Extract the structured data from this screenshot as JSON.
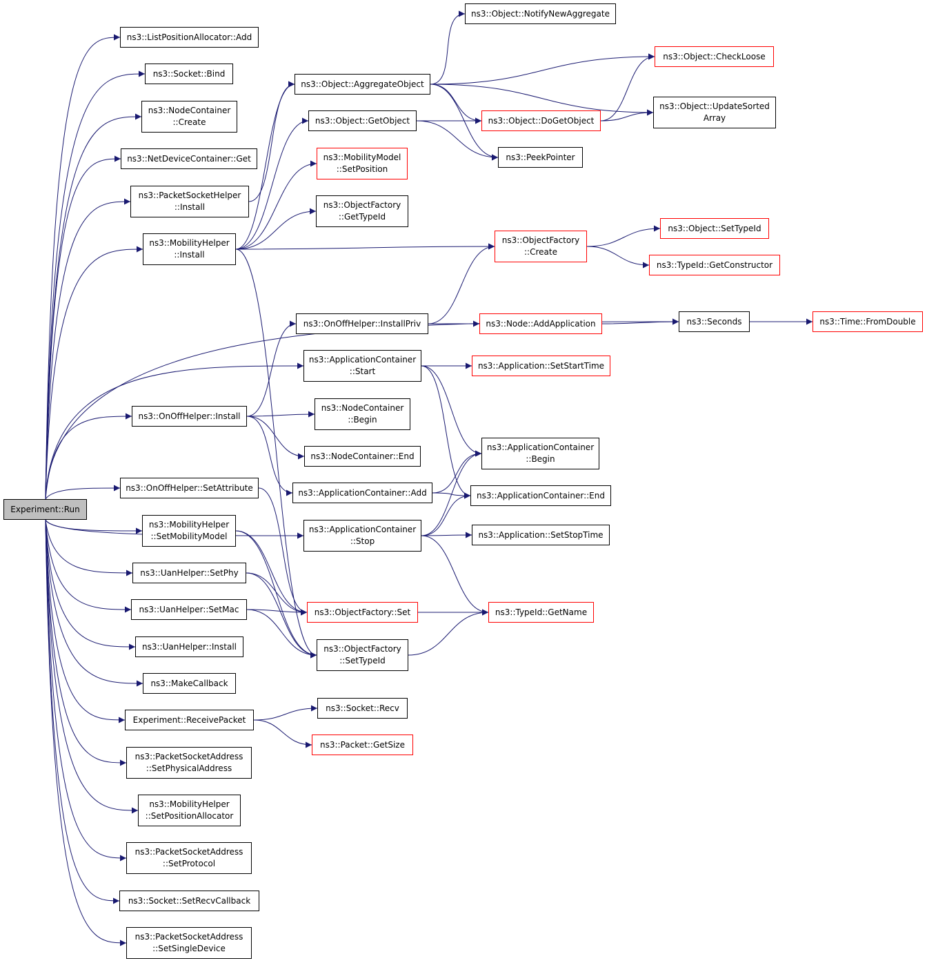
{
  "colors": {
    "edge": "#191970",
    "node_border": "#000000",
    "truncated_border": "#ff0000",
    "root_fill": "#bfbfbf"
  },
  "nodes": {
    "experiment_run": {
      "lines": [
        "Experiment::Run"
      ],
      "style": "root"
    },
    "list_alloc_add": {
      "lines": [
        "ns3::ListPositionAllocator::Add"
      ],
      "style": "normal"
    },
    "socket_bind": {
      "lines": [
        "ns3::Socket::Bind"
      ],
      "style": "normal"
    },
    "nodecontainer_create": {
      "lines": [
        "ns3::NodeContainer",
        "::Create"
      ],
      "style": "normal"
    },
    "netdevcontainer_get": {
      "lines": [
        "ns3::NetDeviceContainer::Get"
      ],
      "style": "normal"
    },
    "packetsockethelper_install": {
      "lines": [
        "ns3::PacketSocketHelper",
        "::Install"
      ],
      "style": "normal"
    },
    "mobilityhelper_install": {
      "lines": [
        "ns3::MobilityHelper",
        "::Install"
      ],
      "style": "normal"
    },
    "onoffhelper_install": {
      "lines": [
        "ns3::OnOffHelper::Install"
      ],
      "style": "normal"
    },
    "onoffhelper_setattribute": {
      "lines": [
        "ns3::OnOffHelper::SetAttribute"
      ],
      "style": "normal"
    },
    "mobilityhelper_setmobilitymodel": {
      "lines": [
        "ns3::MobilityHelper",
        "::SetMobilityModel"
      ],
      "style": "normal"
    },
    "uanhelper_setphy": {
      "lines": [
        "ns3::UanHelper::SetPhy"
      ],
      "style": "normal"
    },
    "uanhelper_setmac": {
      "lines": [
        "ns3::UanHelper::SetMac"
      ],
      "style": "normal"
    },
    "uanhelper_install": {
      "lines": [
        "ns3::UanHelper::Install"
      ],
      "style": "normal"
    },
    "makecallback": {
      "lines": [
        "ns3::MakeCallback"
      ],
      "style": "normal"
    },
    "experiment_receivepacket": {
      "lines": [
        "Experiment::ReceivePacket"
      ],
      "style": "normal"
    },
    "psa_setphysicaladdress": {
      "lines": [
        "ns3::PacketSocketAddress",
        "::SetPhysicalAddress"
      ],
      "style": "normal"
    },
    "mobilityhelper_setpositionallocator": {
      "lines": [
        "ns3::MobilityHelper",
        "::SetPositionAllocator"
      ],
      "style": "normal"
    },
    "psa_setprotocol": {
      "lines": [
        "ns3::PacketSocketAddress",
        "::SetProtocol"
      ],
      "style": "normal"
    },
    "socket_setrecvcallback": {
      "lines": [
        "ns3::Socket::SetRecvCallback"
      ],
      "style": "normal"
    },
    "psa_setsingledevice": {
      "lines": [
        "ns3::PacketSocketAddress",
        "::SetSingleDevice"
      ],
      "style": "normal"
    },
    "object_aggregateobject": {
      "lines": [
        "ns3::Object::AggregateObject"
      ],
      "style": "normal"
    },
    "object_getobject": {
      "lines": [
        "ns3::Object::GetObject"
      ],
      "style": "normal"
    },
    "mobilitymodel_setposition": {
      "lines": [
        "ns3::MobilityModel",
        "::SetPosition"
      ],
      "style": "truncated"
    },
    "objectfactory_gettypeid": {
      "lines": [
        "ns3::ObjectFactory",
        "::GetTypeId"
      ],
      "style": "normal"
    },
    "onoffhelper_installpriv": {
      "lines": [
        "ns3::OnOffHelper::InstallPriv"
      ],
      "style": "normal"
    },
    "appcontainer_start": {
      "lines": [
        "ns3::ApplicationContainer",
        "::Start"
      ],
      "style": "normal"
    },
    "nodecontainer_begin": {
      "lines": [
        "ns3::NodeContainer",
        "::Begin"
      ],
      "style": "normal"
    },
    "nodecontainer_end": {
      "lines": [
        "ns3::NodeContainer::End"
      ],
      "style": "normal"
    },
    "appcontainer_add": {
      "lines": [
        "ns3::ApplicationContainer::Add"
      ],
      "style": "normal"
    },
    "appcontainer_stop": {
      "lines": [
        "ns3::ApplicationContainer",
        "::Stop"
      ],
      "style": "normal"
    },
    "objectfactory_set": {
      "lines": [
        "ns3::ObjectFactory::Set"
      ],
      "style": "truncated"
    },
    "objectfactory_settypeid": {
      "lines": [
        "ns3::ObjectFactory",
        "::SetTypeId"
      ],
      "style": "normal"
    },
    "socket_recv": {
      "lines": [
        "ns3::Socket::Recv"
      ],
      "style": "normal"
    },
    "packet_getsize": {
      "lines": [
        "ns3::Packet::GetSize"
      ],
      "style": "truncated"
    },
    "object_notifynewaggregate": {
      "lines": [
        "ns3::Object::NotifyNewAggregate"
      ],
      "style": "normal"
    },
    "object_doGetobject": {
      "lines": [
        "ns3::Object::DoGetObject"
      ],
      "style": "truncated"
    },
    "peekpointer": {
      "lines": [
        "ns3::PeekPointer"
      ],
      "style": "normal"
    },
    "objectfactory_create": {
      "lines": [
        "ns3::ObjectFactory",
        "::Create"
      ],
      "style": "truncated"
    },
    "node_addapplication": {
      "lines": [
        "ns3::Node::AddApplication"
      ],
      "style": "truncated"
    },
    "application_setstarttime": {
      "lines": [
        "ns3::Application::SetStartTime"
      ],
      "style": "truncated"
    },
    "appcontainer_begin": {
      "lines": [
        "ns3::ApplicationContainer",
        "::Begin"
      ],
      "style": "normal"
    },
    "appcontainer_end": {
      "lines": [
        "ns3::ApplicationContainer::End"
      ],
      "style": "normal"
    },
    "application_setstoptime": {
      "lines": [
        "ns3::Application::SetStopTime"
      ],
      "style": "normal"
    },
    "typeid_getname": {
      "lines": [
        "ns3::TypeId::GetName"
      ],
      "style": "truncated"
    },
    "object_checkloose": {
      "lines": [
        "ns3::Object::CheckLoose"
      ],
      "style": "truncated"
    },
    "object_updatesortedarray": {
      "lines": [
        "ns3::Object::UpdateSorted",
        "Array"
      ],
      "style": "normal"
    },
    "object_settypeid": {
      "lines": [
        "ns3::Object::SetTypeId"
      ],
      "style": "truncated"
    },
    "typeid_getconstructor": {
      "lines": [
        "ns3::TypeId::GetConstructor"
      ],
      "style": "truncated"
    },
    "seconds": {
      "lines": [
        "ns3::Seconds"
      ],
      "style": "normal"
    },
    "time_fromdouble": {
      "lines": [
        "ns3::Time::FromDouble"
      ],
      "style": "truncated"
    }
  },
  "edges": [
    [
      "experiment_run",
      "list_alloc_add"
    ],
    [
      "experiment_run",
      "socket_bind"
    ],
    [
      "experiment_run",
      "nodecontainer_create"
    ],
    [
      "experiment_run",
      "netdevcontainer_get"
    ],
    [
      "experiment_run",
      "packetsockethelper_install"
    ],
    [
      "experiment_run",
      "mobilityhelper_install"
    ],
    [
      "experiment_run",
      "seconds"
    ],
    [
      "experiment_run",
      "appcontainer_start"
    ],
    [
      "experiment_run",
      "onoffhelper_install"
    ],
    [
      "experiment_run",
      "appcontainer_stop"
    ],
    [
      "experiment_run",
      "onoffhelper_setattribute"
    ],
    [
      "experiment_run",
      "mobilityhelper_setmobilitymodel"
    ],
    [
      "experiment_run",
      "uanhelper_setphy"
    ],
    [
      "experiment_run",
      "uanhelper_setmac"
    ],
    [
      "experiment_run",
      "uanhelper_install"
    ],
    [
      "experiment_run",
      "makecallback"
    ],
    [
      "experiment_run",
      "experiment_receivepacket"
    ],
    [
      "experiment_run",
      "psa_setphysicaladdress"
    ],
    [
      "experiment_run",
      "mobilityhelper_setpositionallocator"
    ],
    [
      "experiment_run",
      "psa_setprotocol"
    ],
    [
      "experiment_run",
      "socket_setrecvcallback"
    ],
    [
      "experiment_run",
      "psa_setsingledevice"
    ],
    [
      "packetsockethelper_install",
      "object_aggregateobject"
    ],
    [
      "mobilityhelper_install",
      "object_aggregateobject"
    ],
    [
      "mobilityhelper_install",
      "object_getobject"
    ],
    [
      "mobilityhelper_install",
      "mobilitymodel_setposition"
    ],
    [
      "mobilityhelper_install",
      "objectfactory_gettypeid"
    ],
    [
      "mobilityhelper_install",
      "objectfactory_create"
    ],
    [
      "mobilityhelper_install",
      "objectfactory_settypeid"
    ],
    [
      "onoffhelper_install",
      "onoffhelper_installpriv"
    ],
    [
      "onoffhelper_install",
      "nodecontainer_begin"
    ],
    [
      "onoffhelper_install",
      "nodecontainer_end"
    ],
    [
      "onoffhelper_install",
      "appcontainer_add"
    ],
    [
      "onoffhelper_setattribute",
      "objectfactory_set"
    ],
    [
      "mobilityhelper_setmobilitymodel",
      "objectfactory_set"
    ],
    [
      "mobilityhelper_setmobilitymodel",
      "objectfactory_settypeid"
    ],
    [
      "uanhelper_setphy",
      "objectfactory_set"
    ],
    [
      "uanhelper_setphy",
      "objectfactory_settypeid"
    ],
    [
      "uanhelper_setmac",
      "objectfactory_set"
    ],
    [
      "uanhelper_setmac",
      "objectfactory_settypeid"
    ],
    [
      "experiment_receivepacket",
      "socket_recv"
    ],
    [
      "experiment_receivepacket",
      "packet_getsize"
    ],
    [
      "object_aggregateobject",
      "object_notifynewaggregate"
    ],
    [
      "object_aggregateobject",
      "object_checkloose"
    ],
    [
      "object_aggregateobject",
      "object_updatesortedarray"
    ],
    [
      "object_aggregateobject",
      "object_doGetobject"
    ],
    [
      "object_aggregateobject",
      "peekpointer"
    ],
    [
      "object_getobject",
      "object_doGetobject"
    ],
    [
      "object_getobject",
      "peekpointer"
    ],
    [
      "object_doGetobject",
      "object_checkloose"
    ],
    [
      "object_doGetobject",
      "object_updatesortedarray"
    ],
    [
      "objectfactory_create",
      "object_settypeid"
    ],
    [
      "objectfactory_create",
      "typeid_getconstructor"
    ],
    [
      "onoffhelper_installpriv",
      "objectfactory_create"
    ],
    [
      "onoffhelper_installpriv",
      "node_addapplication"
    ],
    [
      "node_addapplication",
      "seconds"
    ],
    [
      "seconds",
      "time_fromdouble"
    ],
    [
      "appcontainer_start",
      "application_setstarttime"
    ],
    [
      "appcontainer_start",
      "appcontainer_begin"
    ],
    [
      "appcontainer_start",
      "appcontainer_end"
    ],
    [
      "appcontainer_add",
      "appcontainer_begin"
    ],
    [
      "appcontainer_add",
      "appcontainer_end"
    ],
    [
      "appcontainer_stop",
      "appcontainer_begin"
    ],
    [
      "appcontainer_stop",
      "appcontainer_end"
    ],
    [
      "appcontainer_stop",
      "application_setstoptime"
    ],
    [
      "appcontainer_stop",
      "typeid_getname"
    ],
    [
      "objectfactory_set",
      "typeid_getname"
    ],
    [
      "objectfactory_settypeid",
      "typeid_getname"
    ]
  ]
}
